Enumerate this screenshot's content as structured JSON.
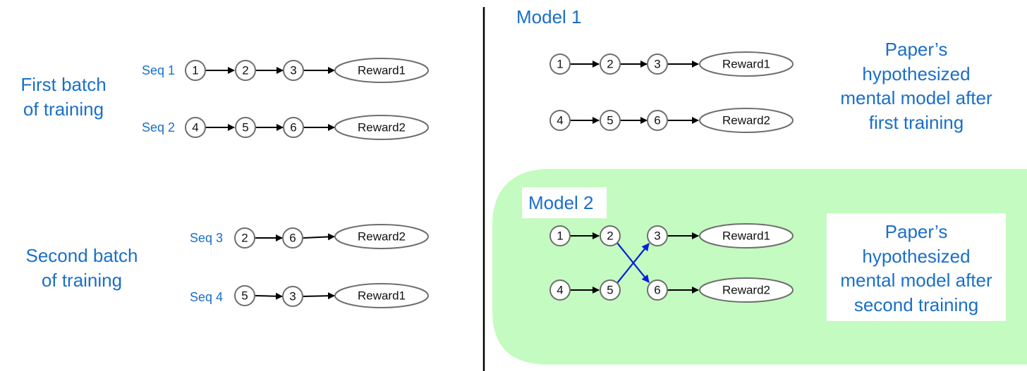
{
  "left_panel": {
    "batch1_label": [
      "First batch",
      "of training"
    ],
    "batch2_label": [
      "Second batch",
      "of training"
    ],
    "seq_labels": [
      "Seq 1",
      "Seq 2",
      "Seq 3",
      "Seq 4"
    ],
    "seq1": {
      "nodes": [
        "1",
        "2",
        "3"
      ],
      "reward": "Reward1"
    },
    "seq2": {
      "nodes": [
        "4",
        "5",
        "6"
      ],
      "reward": "Reward2"
    },
    "seq3": {
      "nodes": [
        "2",
        "6"
      ],
      "reward": "Reward2"
    },
    "seq4": {
      "nodes": [
        "5",
        "3"
      ],
      "reward": "Reward1"
    }
  },
  "model1": {
    "title": "Model 1",
    "row1": {
      "nodes": [
        "1",
        "2",
        "3"
      ],
      "reward": "Reward1"
    },
    "row2": {
      "nodes": [
        "4",
        "5",
        "6"
      ],
      "reward": "Reward2"
    },
    "caption": [
      "Paper’s",
      "hypothesized",
      "mental model after",
      "first training"
    ]
  },
  "model2": {
    "title": "Model 2",
    "row1": {
      "nodes": [
        "1",
        "2",
        "3"
      ],
      "reward": "Reward1"
    },
    "row2": {
      "nodes": [
        "4",
        "5",
        "6"
      ],
      "reward": "Reward2"
    },
    "caption": [
      "Paper’s",
      "hypothesized",
      "mental model after",
      "second training"
    ]
  },
  "colors": {
    "label_blue": "#1a6fc9",
    "node_stroke": "#6e6e6e",
    "arrow_black": "#000000",
    "cross_arrow_blue": "#0a1fd6",
    "highlight_green": "#c4fbc0",
    "divider": "#000000"
  }
}
